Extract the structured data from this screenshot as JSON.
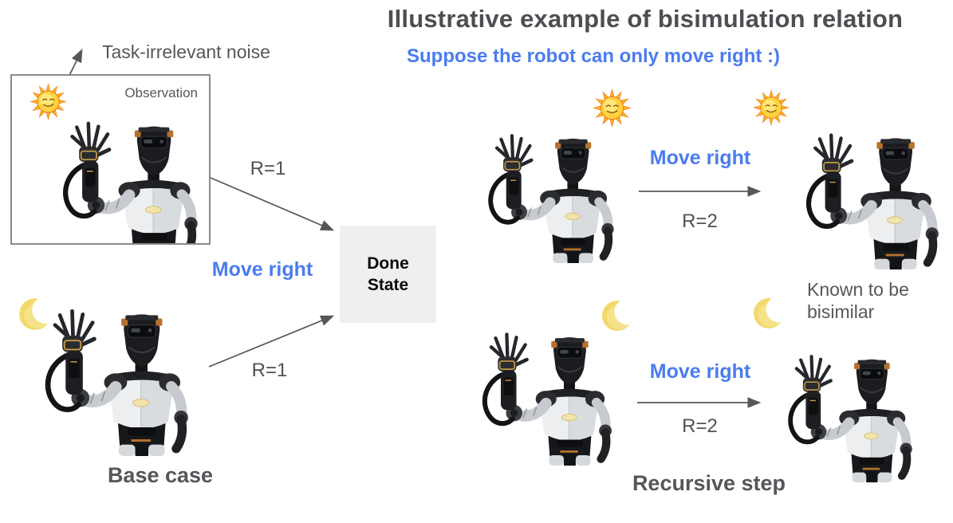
{
  "slide": {
    "title": "Illustrative example of bisimulation relation",
    "subtitle": "Suppose the robot can only move right :)"
  },
  "base_case": {
    "noise_label": "Task-irrelevant noise",
    "observation_label": "Observation",
    "move_label": "Move right",
    "reward_day": "R=1",
    "reward_night": "R=1",
    "caption": "Base case"
  },
  "done_state": {
    "line1": "Done",
    "line2": "State"
  },
  "recursive_step": {
    "day": {
      "move_label": "Move right",
      "reward": "R=2"
    },
    "night": {
      "move_label": "Move right",
      "reward": "R=2"
    },
    "known_line1": "Known to be",
    "known_line2": "bisimilar",
    "caption": "Recursive step"
  },
  "icons": {
    "sun": "smiling-sun",
    "moon": "crescent-moon",
    "robot": "humanoid-robot-waving",
    "arrow": "→"
  },
  "colors": {
    "accent_blue": "#4a7cf0",
    "heading_gray": "#4c4e52",
    "label_gray": "#55575b",
    "caption_gray": "#55565a",
    "arrow_gray": "#56575b",
    "done_box_bg": "#efefef",
    "observation_border": "#8a8a8a",
    "sun_yellow": "#ffd23e",
    "sun_ray_orange": "#ffb524",
    "moon_yellow": "#f3d96b"
  }
}
